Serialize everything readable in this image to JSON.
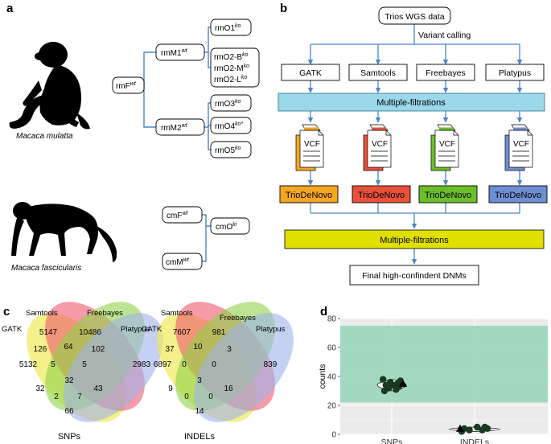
{
  "panels": {
    "a": "a",
    "b": "b",
    "c": "c",
    "d": "d"
  },
  "pedigree": {
    "species1": "Macaca mulatta",
    "species2": "Macaca fascicularis",
    "nodes": {
      "rmF": "rmF",
      "rmF_sup": "wt",
      "rmM1": "rmM1",
      "rmM1_sup": "wt",
      "rmM2": "rmM2",
      "rmM2_sup": "wt",
      "rmO1": "rmO1",
      "rmO1_sup": "ko",
      "rmO2B": "rmO2-B",
      "rmO2B_sup": "ko",
      "rmO2M": "rmO2-M",
      "rmO2M_sup": "ko",
      "rmO2L": "rmO2-L",
      "rmO2L_sup": "ko",
      "rmO3": "rmO3",
      "rmO3_sup": "ko",
      "rmO4": "rmO4",
      "rmO4_sup": "ko*",
      "rmO5": "rmO5",
      "rmO5_sup": "ko",
      "cmF": "cmF",
      "cmF_sup": "wt",
      "cmM": "cmM",
      "cmM_sup": "wt",
      "cmO": "cmO",
      "cmO_sup": "ki"
    }
  },
  "workflow": {
    "input": "Trios WGS data",
    "step_label": "Variant calling",
    "callers": [
      "GATK",
      "Samtools",
      "Freebayes",
      "Platypus"
    ],
    "filter1": "Multiple-filtrations",
    "vcf_label": "VCF",
    "denovo": "TrioDeNovo",
    "filter2": "Multiple-filtrations",
    "output": "Final high-confindent DNMs",
    "colors": {
      "orange": "#f5a623",
      "red": "#e8503a",
      "green": "#6cbf2a",
      "blue": "#6f8fd1",
      "cyan": "#9ad8ea",
      "yellow": "#e0e000"
    }
  },
  "venn": {
    "snps": {
      "title": "SNPs",
      "labels": {
        "gatk": "GATK",
        "samtools": "Samtools",
        "freebayes": "Freebayes",
        "platypus": "Platypus"
      },
      "values": {
        "g": "5132",
        "s": "5147",
        "f": "10486",
        "p": "2983",
        "gs": "126",
        "sf": "64",
        "fp": "102",
        "gsf": "5",
        "sfp": "5",
        "all": "32",
        "gf": "32",
        "gsp": "2",
        "gfp": "7",
        "sp": "43",
        "gp": "66"
      }
    },
    "indels": {
      "title": "INDELs",
      "labels": {
        "gatk": "GATK",
        "samtools": "Samtools",
        "freebayes": "Freebayes",
        "platypus": "Platypus"
      },
      "values": {
        "g": "6897",
        "s": "7607",
        "f": "981",
        "p": "839",
        "gs": "37",
        "sf": "10",
        "fp": "3",
        "gsf": "0",
        "sfp": "0",
        "all": "3",
        "gf": "9",
        "gsp": "0",
        "gfp": "0",
        "sp": "16",
        "gp": "14"
      }
    }
  },
  "chart_data": {
    "type": "scatter",
    "ylabel": "counts",
    "categories": [
      "SNPs",
      "INDELs"
    ],
    "ylim": [
      0,
      80
    ],
    "yticks": [
      "0",
      "20",
      "40",
      "60",
      "80"
    ],
    "band": [
      22,
      75
    ],
    "band_color": "#8fd3b4",
    "series": [
      {
        "category": "SNPs",
        "circles": [
          30,
          31,
          32,
          33,
          34,
          34,
          35,
          36,
          37,
          38
        ],
        "triangles": [
          35
        ]
      },
      {
        "category": "INDELs",
        "circles": [
          2,
          3,
          3,
          4,
          4,
          5,
          5
        ],
        "triangles": [
          4
        ]
      }
    ]
  }
}
